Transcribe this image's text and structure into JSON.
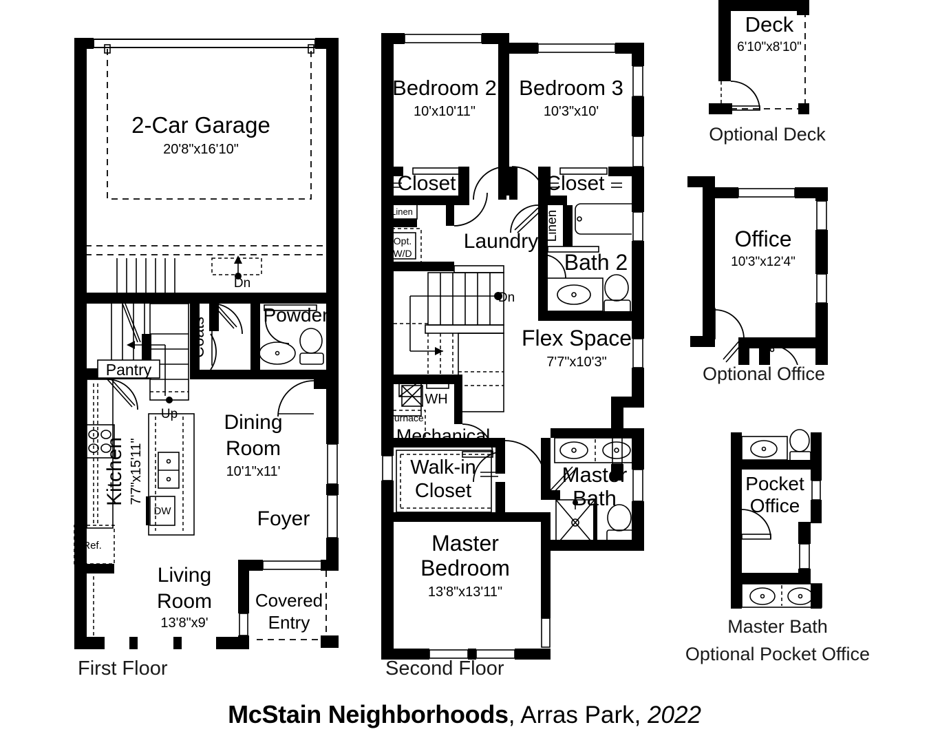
{
  "footer": {
    "brand": "McStain Neighborhoods",
    "separator1": ", ",
    "community": "Arras Park",
    "separator2": ", ",
    "year": "2022"
  },
  "floors": [
    {
      "id": "first",
      "label": "First Floor"
    },
    {
      "id": "second",
      "label": "Second Floor"
    }
  ],
  "first_floor": {
    "label": "First Floor",
    "rooms": [
      {
        "name": "2-Car Garage",
        "dim": "20'8\"x16'10\""
      },
      {
        "name": "Kitchen",
        "dim": "7'7\"x15'11\""
      },
      {
        "name": "Dining Room",
        "name_line1": "Dining",
        "name_line2": "Room",
        "dim": "10'1\"x11'"
      },
      {
        "name": "Living Room",
        "name_line1": "Living",
        "name_line2": "Room",
        "dim": "13'8\"x9'"
      },
      {
        "name": "Foyer",
        "dim": ""
      },
      {
        "name": "Covered Entry",
        "name_line1": "Covered",
        "name_line2": "Entry",
        "dim": ""
      },
      {
        "name": "Powder",
        "dim": ""
      },
      {
        "name": "Pantry",
        "dim": ""
      },
      {
        "name": "Coats",
        "dim": ""
      }
    ],
    "annotations": [
      {
        "name": "up-stair-marker",
        "text": "Up"
      },
      {
        "name": "down-stair-marker",
        "text": "Dn"
      },
      {
        "name": "refrigerator",
        "text": "Ref."
      },
      {
        "name": "dishwasher",
        "text": "DW"
      }
    ]
  },
  "second_floor": {
    "label": "Second Floor",
    "rooms": [
      {
        "name": "Bedroom 2",
        "dim": "10'x10'11\""
      },
      {
        "name": "Bedroom 3",
        "dim": "10'3\"x10'"
      },
      {
        "name": "Closet",
        "dim": ""
      },
      {
        "name": "Closet",
        "dim": ""
      },
      {
        "name": "Laundry",
        "dim": ""
      },
      {
        "name": "Bath 2",
        "dim": ""
      },
      {
        "name": "Flex Space",
        "dim": "7'7\"x10'3\""
      },
      {
        "name": "Mechanical",
        "dim": ""
      },
      {
        "name": "Walk-in Closet",
        "name_line1": "Walk-in",
        "name_line2": "Closet",
        "dim": ""
      },
      {
        "name": "Master Bath",
        "name_line1": "Master",
        "name_line2": "Bath",
        "dim": ""
      },
      {
        "name": "Master Bedroom",
        "name_line1": "Master",
        "name_line2": "Bedroom",
        "dim": "13'8\"x13'11\""
      }
    ],
    "annotations": [
      {
        "name": "linen-closet-left",
        "text": "Linen"
      },
      {
        "name": "linen-closet-right",
        "text": "Linen"
      },
      {
        "name": "optional-washer-dryer",
        "text_line1": "Opt.",
        "text_line2": "W/D"
      },
      {
        "name": "down-stair-marker",
        "text": "Dn"
      },
      {
        "name": "water-heater",
        "text": "WH"
      },
      {
        "name": "furnace",
        "text": "Furnace"
      }
    ]
  },
  "options": [
    {
      "id": "deck",
      "caption": "Optional Deck",
      "room_name": "Deck",
      "room_dim": "6'10\"x8'10\""
    },
    {
      "id": "office",
      "caption": "Optional Office",
      "room_name": "Office",
      "room_dim": "10'3\"x12'4\""
    },
    {
      "id": "pocket-office",
      "caption_line1": "Master Bath",
      "caption_line2": "Optional Pocket Office",
      "room_name_line1": "Pocket",
      "room_name_line2": "Office",
      "room_dim": ""
    }
  ],
  "colors": {
    "wall": "#000000",
    "background": "#ffffff",
    "text": "#1a1a1a"
  }
}
